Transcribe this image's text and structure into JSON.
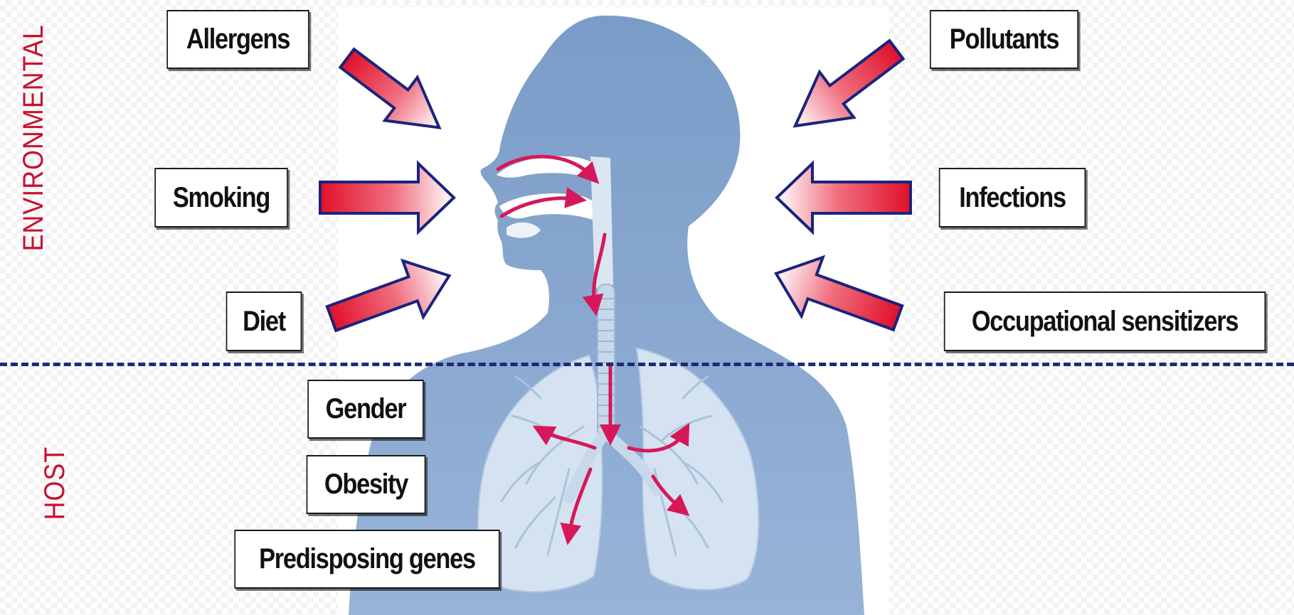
{
  "categories": {
    "environmental_label": "ENVIRONMENTAL",
    "host_label": "HOST"
  },
  "environmental_factors": {
    "allergens": "Allergens",
    "smoking": "Smoking",
    "diet": "Diet",
    "pollutants": "Pollutants",
    "infections": "Infections",
    "occupational": "Occupational sensitizers"
  },
  "host_factors": {
    "gender": "Gender",
    "obesity": "Obesity",
    "genes": "Predisposing genes"
  },
  "colors": {
    "body": "#7b9ec9",
    "arrow_red": "#e0102a",
    "arrow_outline": "#1a237e",
    "category_red": "#c8102e",
    "divider": "#1e2a78",
    "airflow": "#d6185a"
  }
}
